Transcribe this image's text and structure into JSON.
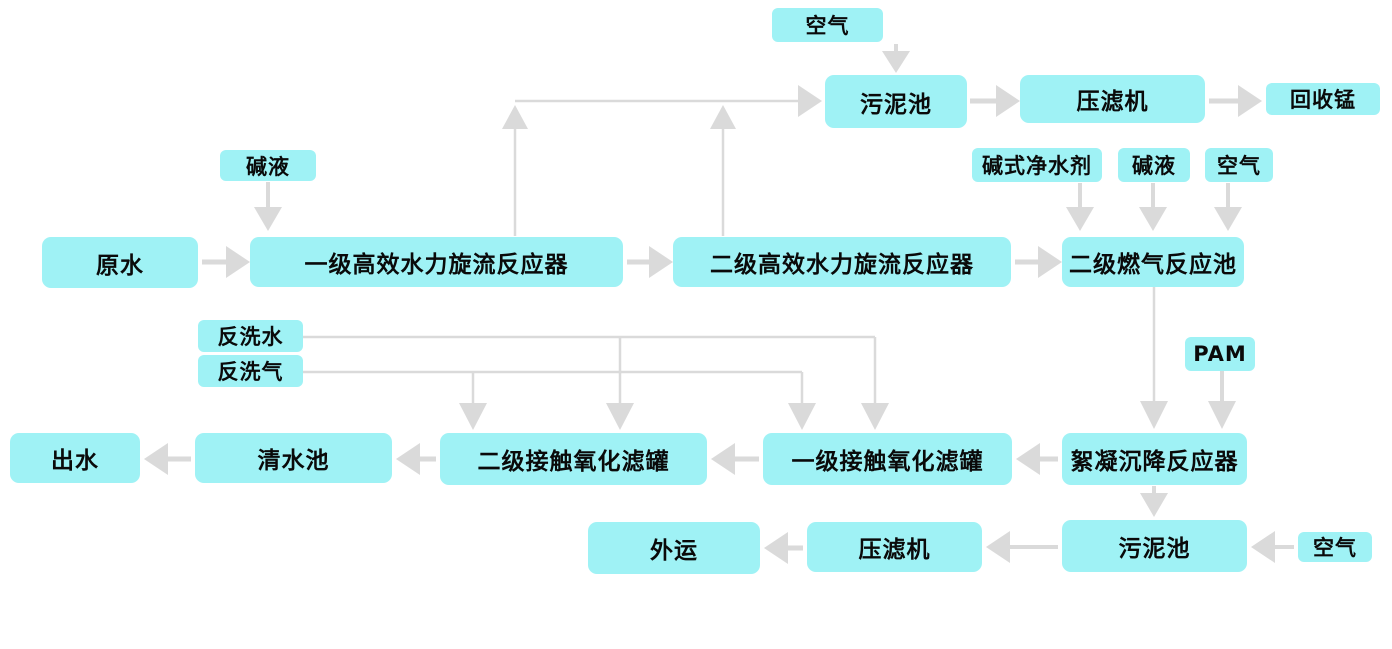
{
  "diagram": {
    "type": "flowchart",
    "colors": {
      "box_fill": "#9ff2f5",
      "arrow": "#dadada",
      "text": "#0a0a0a",
      "background": "#ffffff"
    },
    "nodes": {
      "air_top": {
        "label": "空气"
      },
      "sludge_pool_top": {
        "label": "污泥池"
      },
      "filter_press_top": {
        "label": "压滤机"
      },
      "recover_mn": {
        "label": "回收锰"
      },
      "alkali_left": {
        "label": "碱液"
      },
      "basic_purifier": {
        "label": "碱式净水剂"
      },
      "alkali_right": {
        "label": "碱液"
      },
      "air_right": {
        "label": "空气"
      },
      "raw_water": {
        "label": "原水"
      },
      "cyclone1": {
        "label": "一级高效水力旋流反应器"
      },
      "cyclone2": {
        "label": "二级高效水力旋流反应器"
      },
      "gas_reactor": {
        "label": "二级燃气反应池"
      },
      "backwash_water": {
        "label": "反洗水"
      },
      "backwash_air": {
        "label": "反洗气"
      },
      "pam": {
        "label": "PAM"
      },
      "outflow": {
        "label": "出水"
      },
      "clean_pool": {
        "label": "清水池"
      },
      "oxid_filter2": {
        "label": "二级接触氧化滤罐"
      },
      "oxid_filter1": {
        "label": "一级接触氧化滤罐"
      },
      "floc_reactor": {
        "label": "絮凝沉降反应器"
      },
      "sludge_pool_bottom": {
        "label": "污泥池"
      },
      "air_bottom": {
        "label": "空气"
      },
      "filter_press_bottom": {
        "label": "压滤机"
      },
      "transport_out": {
        "label": "外运"
      }
    },
    "edges": [
      {
        "from": "air_top",
        "to": "sludge_pool_top"
      },
      {
        "from": "cyclone1",
        "to": "sludge_pool_top"
      },
      {
        "from": "cyclone2",
        "to": "sludge_pool_top"
      },
      {
        "from": "sludge_pool_top",
        "to": "filter_press_top"
      },
      {
        "from": "filter_press_top",
        "to": "recover_mn"
      },
      {
        "from": "alkali_left",
        "to": "cyclone1"
      },
      {
        "from": "basic_purifier",
        "to": "gas_reactor"
      },
      {
        "from": "alkali_right",
        "to": "gas_reactor"
      },
      {
        "from": "air_right",
        "to": "gas_reactor"
      },
      {
        "from": "raw_water",
        "to": "cyclone1"
      },
      {
        "from": "cyclone1",
        "to": "cyclone2"
      },
      {
        "from": "cyclone2",
        "to": "gas_reactor"
      },
      {
        "from": "gas_reactor",
        "to": "floc_reactor"
      },
      {
        "from": "pam",
        "to": "floc_reactor"
      },
      {
        "from": "floc_reactor",
        "to": "oxid_filter1"
      },
      {
        "from": "oxid_filter1",
        "to": "oxid_filter2"
      },
      {
        "from": "oxid_filter2",
        "to": "clean_pool"
      },
      {
        "from": "clean_pool",
        "to": "outflow"
      },
      {
        "from": "backwash_water",
        "to": "oxid_filter2"
      },
      {
        "from": "backwash_water",
        "to": "oxid_filter1"
      },
      {
        "from": "backwash_air",
        "to": "oxid_filter2"
      },
      {
        "from": "backwash_air",
        "to": "oxid_filter1"
      },
      {
        "from": "floc_reactor",
        "to": "sludge_pool_bottom"
      },
      {
        "from": "air_bottom",
        "to": "sludge_pool_bottom"
      },
      {
        "from": "sludge_pool_bottom",
        "to": "filter_press_bottom"
      },
      {
        "from": "filter_press_bottom",
        "to": "transport_out"
      }
    ]
  }
}
